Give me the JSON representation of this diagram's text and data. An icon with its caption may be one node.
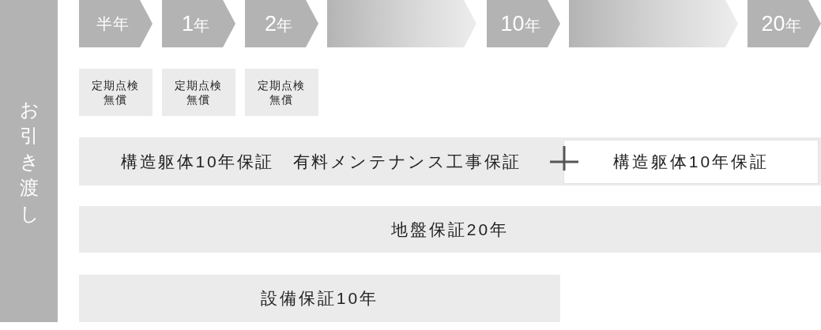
{
  "diagram": {
    "nodes": [
      {
        "text": [
          "お引き渡し"
        ]
      },
      {
        "text": [
          "半年"
        ]
      },
      {
        "text": [
          "1年"
        ]
      },
      {
        "text": [
          "2年"
        ]
      },
      {
        "text": [],
        "shape": "chevron"
      },
      {
        "text": [
          "10年"
        ]
      },
      {
        "text": [],
        "shape": "chevron"
      },
      {
        "text": [
          "20年"
        ]
      },
      {
        "text": [
          "定期点検無償"
        ]
      },
      {
        "text": [
          "定期点検無償"
        ]
      },
      {
        "text": [
          "定期点検無償"
        ]
      },
      {
        "text": [
          "構造躯体10年保証　有料メンテナンス工事保証"
        ]
      },
      {
        "text": [
          "構造躯体10年保証"
        ],
        "in": 11
      },
      {
        "text": [
          "地盤保証20年"
        ]
      },
      {
        "text": [
          "設備保証10年"
        ]
      }
    ]
  }
}
